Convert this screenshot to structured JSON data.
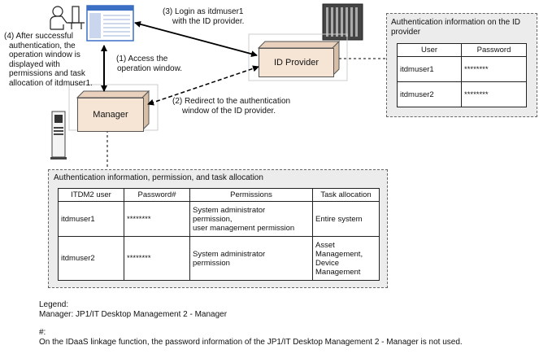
{
  "nodes": {
    "manager": "Manager",
    "id_provider": "ID Provider"
  },
  "steps": {
    "step1": [
      "(1) Access the",
      "operation window."
    ],
    "step2": [
      "(2) Redirect to the authentication",
      "window of the ID provider."
    ],
    "step3": [
      "(3) Login as itdmuser1",
      "with the ID provider."
    ],
    "step4": [
      "(4) After successful",
      "authentication, the",
      "operation window is",
      "displayed with",
      "permissions and task",
      "allocation of itdmuser1."
    ]
  },
  "idp_panel": {
    "title": [
      "Authentication information on the ID",
      "provider"
    ],
    "headers": [
      "User",
      "Password"
    ],
    "rows": [
      [
        "itdmuser1",
        "********"
      ],
      [
        "itdmuser2",
        "********"
      ]
    ]
  },
  "mgr_panel": {
    "title": "Authentication information, permission, and task allocation",
    "headers": [
      "ITDM2 user",
      "Password#",
      "Permissions",
      "Task allocation"
    ],
    "rows": [
      {
        "user": "itdmuser1",
        "password": "********",
        "permissions": [
          "System administrator",
          "permission,",
          "user management permission"
        ],
        "task": [
          "Entire system"
        ]
      },
      {
        "user": "itdmuser2",
        "password": "********",
        "permissions": [
          "System administrator",
          "permission"
        ],
        "task": [
          "Asset",
          "Management,",
          "Device",
          "Management"
        ]
      }
    ]
  },
  "legend": {
    "heading": "Legend:",
    "line": "Manager:  JP1/IT Desktop Management 2 - Manager",
    "note_mark": "#:",
    "note": "On the IDaaS linkage function, the password information of the JP1/IT Desktop Management 2 - Manager is not used."
  },
  "colors": {
    "box_fill": "#f6e4d4",
    "panel_fill": "#ececec",
    "window_blue": "#3a6fc4"
  }
}
